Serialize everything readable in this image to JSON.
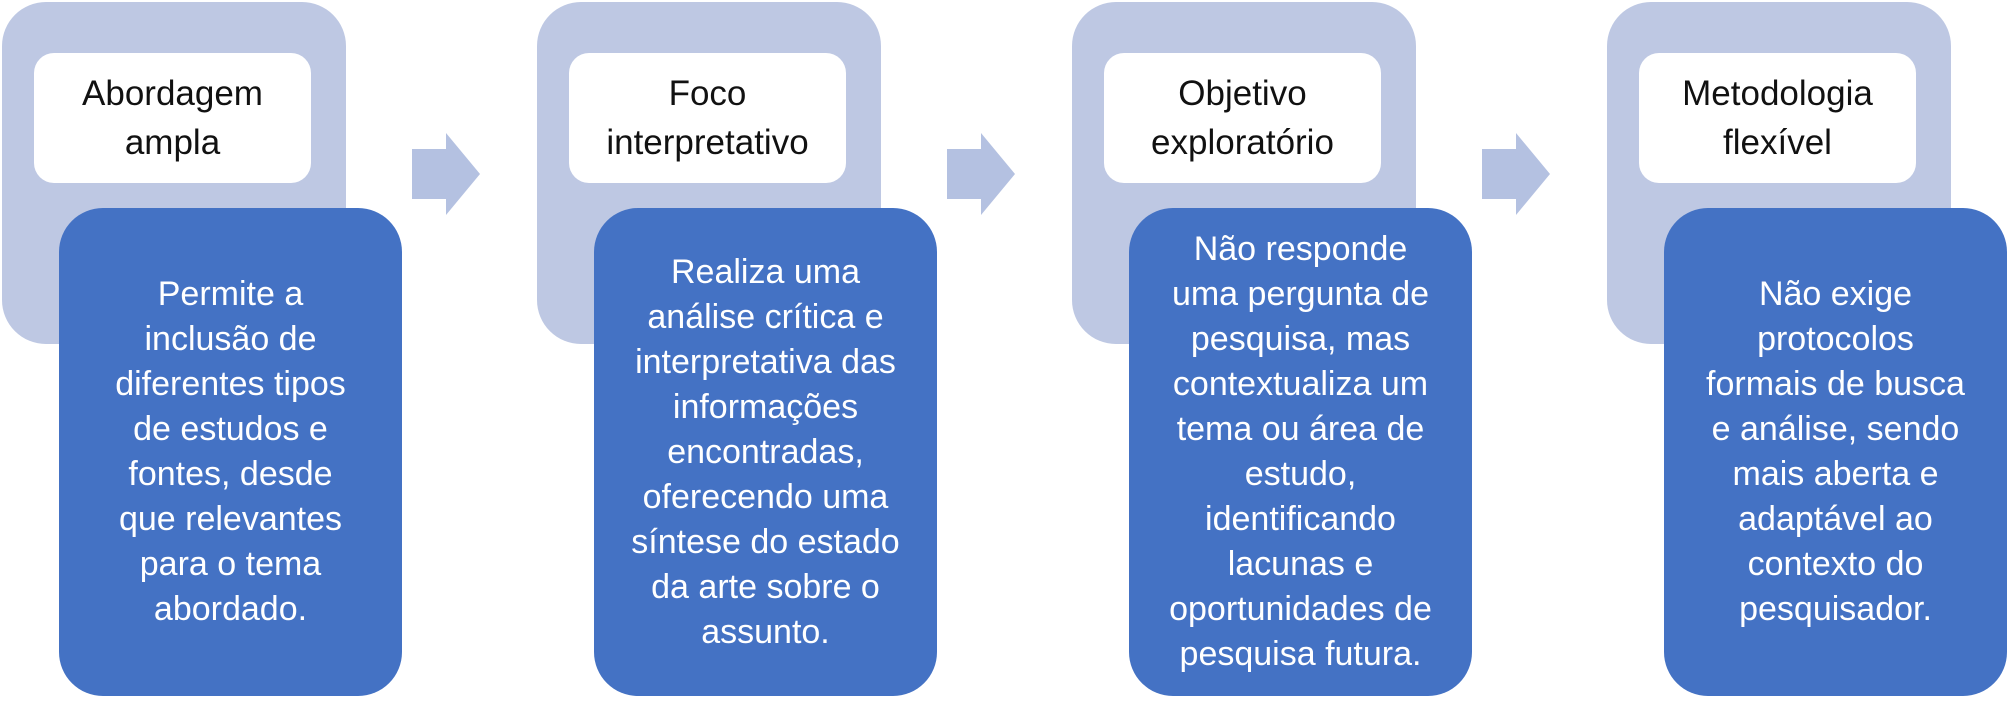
{
  "colors": {
    "back_box": "#bec8e3",
    "title_box": "#ffffff",
    "desc_box": "#4472c4",
    "arrow": "#b4c1e1",
    "title_text": "#111111",
    "desc_text": "#ffffff"
  },
  "arrows": [
    {
      "icon": "right-arrow-icon"
    },
    {
      "icon": "right-arrow-icon"
    },
    {
      "icon": "right-arrow-icon"
    }
  ],
  "steps": [
    {
      "title": "Abordagem\nampla",
      "description": "Permite a\ninclusão de\ndiferentes tipos\nde estudos e\nfontes, desde\nque relevantes\npara o tema\nabordado."
    },
    {
      "title": "Foco\ninterpretativo",
      "description": "Realiza uma\nanálise crítica e\ninterpretativa das\ninformações\nencontradas,\noferecendo uma\nsíntese do estado\nda arte sobre o\nassunto."
    },
    {
      "title": "Objetivo\nexploratório",
      "description": "Não  responde\numa pergunta de\npesquisa, mas\ncontextualiza um\ntema ou área de\nestudo,\nidentificando\nlacunas e\noportunidades de\npesquisa futura."
    },
    {
      "title": "Metodologia\nflexível",
      "description": "Não exige\nprotocolos\nformais de busca\ne análise, sendo\nmais aberta e\nadaptável ao\ncontexto do\npesquisador."
    }
  ]
}
